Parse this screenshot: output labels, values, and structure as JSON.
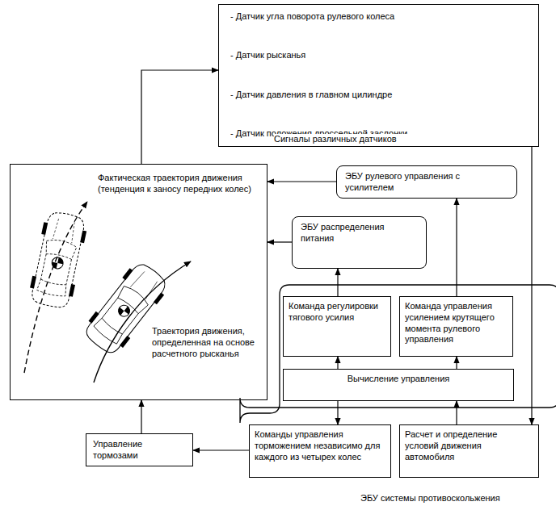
{
  "diagram": {
    "nodes": [
      {
        "text": [
          "- Датчик угла поворота рулевого колеса",
          "- Датчик рысканья",
          "- Датчик давления в главном цилиндре",
          "- Датчик положения дроссельной заслонки",
          "Сигналы различных датчиков"
        ]
      },
      {
        "text": [
          "Фактическая траектория движения (тенденция к заносу передних колес)",
          "Траектория движения, определенная на основе расчетного рысканья"
        ]
      },
      {
        "text": [
          "ЭБУ рулевого управления с усилителем"
        ]
      },
      {
        "text": [
          "ЭБУ распределения питания"
        ]
      },
      {
        "text": [
          "ЭБУ системы противоскольжения"
        ]
      },
      {
        "text": [
          "Команда регулировки тягового усилия"
        ],
        "in": 4
      },
      {
        "text": [
          "Команда управления усилением крутящего момента рулевого управления"
        ],
        "in": 4
      },
      {
        "text": [
          "Вычисление управления"
        ],
        "in": 4
      },
      {
        "text": [
          "Команды управления торможением независимо для каждого из четырех колес"
        ],
        "in": 4
      },
      {
        "text": [
          "Расчет и определение условий движения автомобиля"
        ],
        "in": 4
      },
      {
        "text": [
          "Управление тормозами"
        ]
      }
    ],
    "edges": [
      {
        "from": 1,
        "to": 0,
        "arrow": "to"
      },
      {
        "from": 0,
        "to": 9,
        "arrow": "to"
      },
      {
        "from": 9,
        "to": 7,
        "arrow": "to"
      },
      {
        "from": 7,
        "to": 5,
        "arrow": "to"
      },
      {
        "from": 7,
        "to": 6,
        "arrow": "to"
      },
      {
        "from": 7,
        "to": 8,
        "arrow": "to"
      },
      {
        "from": 5,
        "to": 3,
        "arrow": "to"
      },
      {
        "from": 6,
        "to": 2,
        "arrow": "to"
      },
      {
        "from": 2,
        "to": 1,
        "arrow": "to"
      },
      {
        "from": 3,
        "to": 1,
        "arrow": "to"
      },
      {
        "from": 8,
        "to": 10,
        "arrow": "to"
      },
      {
        "from": 10,
        "to": 1,
        "arrow": "to"
      }
    ]
  }
}
